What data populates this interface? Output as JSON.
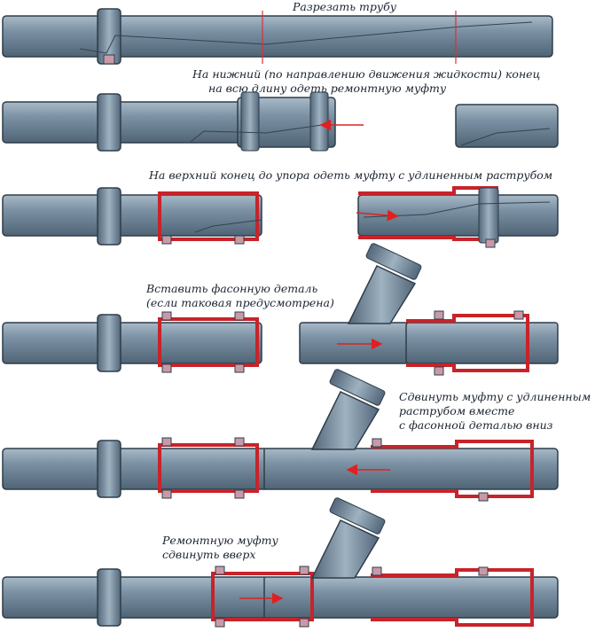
{
  "captions": {
    "step1": "Разрезать трубу",
    "step2_line1": "На нижний (по направлению движения жидкости) конец",
    "step2_line2": "на всю длину одеть ремонтную муфту",
    "step3": "На верхний конец до упора одеть муфту с удлиненным раструбом",
    "step4_line1": "Вставить фасонную деталь",
    "step4_line2": "(если таковая предусмотрена)",
    "step5_line1": "Сдвинуть муфту с удлиненным",
    "step5_line2": "раструбом вместе",
    "step5_line3": "с фасонной деталью вниз",
    "step6_line1": "Ремонтную муфту",
    "step6_line2": "сдвинуть вверх"
  },
  "colors": {
    "pipe_fill": "#6f8597",
    "pipe_dark": "#3a4a58",
    "coupling_red": "#c8232a",
    "arrow_red": "#e02020",
    "cut_line": "#d9303a",
    "caption_text": "#1b2430"
  },
  "icons": [
    "pipe",
    "repair-coupling",
    "long-socket-coupling",
    "tee-fitting",
    "flow-arrow"
  ]
}
